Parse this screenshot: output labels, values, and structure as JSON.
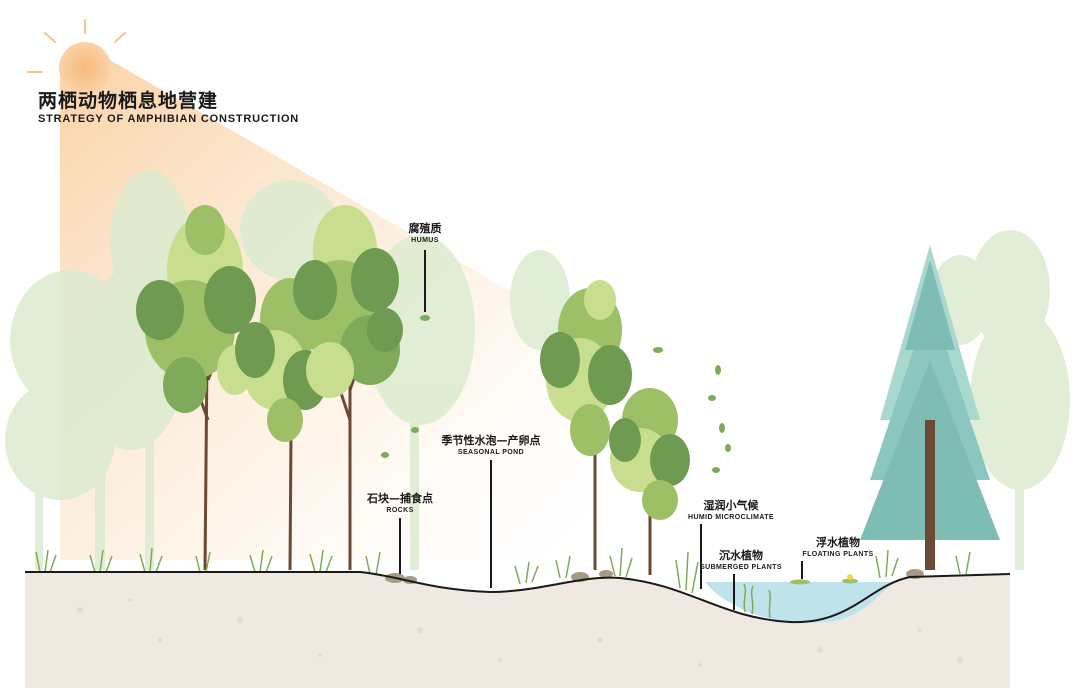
{
  "title": {
    "cn": "两栖动物栖息地营建",
    "en": "STRATEGY OF AMPHIBIAN CONSTRUCTION"
  },
  "labels": {
    "humus": {
      "cn": "腐殖质",
      "en": "HUMUS"
    },
    "seasonal_pond": {
      "cn": "季节性水泡—产卵点",
      "en": "SEASONAL POND"
    },
    "rocks": {
      "cn": "石块—捕食点",
      "en": "ROCKS"
    },
    "humid_microclimate": {
      "cn": "湿润小气候",
      "en": "HUMID MICROCLIMATE"
    },
    "submerged_plants": {
      "cn": "沉水植物",
      "en": "SUBMERGED PLANTS"
    },
    "floating_plants": {
      "cn": "浮水植物",
      "en": "FLOATING PLANTS"
    }
  },
  "colors": {
    "sun": "#f8c48a",
    "soil": "#efe9e1",
    "ground_line": "#1a1a1a",
    "water": "#bfe3ea",
    "foliage_dark": "#6f9a52",
    "foliage_light": "#c8de8e",
    "conifer": "#8cc7bf",
    "background_trees": "#dcebd0"
  },
  "icons": [
    "sun-icon"
  ]
}
